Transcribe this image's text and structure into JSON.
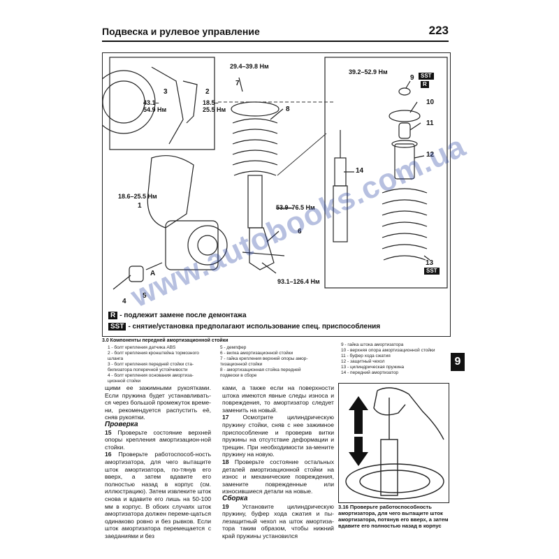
{
  "header": {
    "title": "Подвеска и рулевое управление",
    "page_number": "223"
  },
  "figure": {
    "torques": {
      "t1": "29.4–39.8 Нм",
      "t2": "43.1–54.9 Нм",
      "t3": "18.5–25.5 Нм",
      "t4": "18.6–25.5 Нм",
      "t5": "53.9–76.5 Нм",
      "t6": "93.1–126.4 Нм",
      "t7": "39.2–52.9 Нм"
    },
    "callouts": [
      "1",
      "2",
      "3",
      "4",
      "5",
      "6",
      "7",
      "8",
      "9",
      "10",
      "11",
      "12",
      "13",
      "14",
      "А"
    ],
    "tags": {
      "sst": "SST",
      "r": "R"
    },
    "legend": {
      "r_key": "R",
      "r_text": "- подлежит замене после демонтажа",
      "sst_key": "SST",
      "sst_text": "- снятие/установка предполагают использование спец. приспособления"
    }
  },
  "caption": {
    "title": "3.0 Компоненты передней амортизационной стойки",
    "col1": [
      "1 - болт крепления датчика ABS",
      "2 - болт крепления кронштейна тормозного",
      "шланга",
      "3 - болт крепления передней стойки ста-",
      "билизатора поперечной устойчивости",
      "4 - болт крепления основания амортиза-",
      "ционной стойки"
    ],
    "col2": [
      "5 - демпфер",
      "6 - вилка амортизационной стойки",
      "7 - гайка крепления верхней опоры амор-",
      "тизационной стойки",
      "8 - амортизационная стойка передней",
      "подвески в сборе"
    ],
    "col3": [
      "9 - гайка штока амортизатора",
      "10 - верхняя опора амортизационной стойки",
      "11 - буфер хода сжатия",
      "12 - защитный чехол",
      "13 - цилиндрическая пружина",
      "14 - передний амортизатор"
    ]
  },
  "section_tab": "9",
  "text": {
    "c1_intro": "щими ее зажимными рукоятками. Если пружина будет устанавливать-ся через большой промежуток време-ни, рекомендуется распустить её, сняв рукоятки.",
    "c1_h1": "Проверка",
    "c1_n15": "15",
    "c1_p15": "Проверьте состояние верхней опоры крепления амортизацион-ной стойки.",
    "c1_n16": "16",
    "c1_p16": "Проверьте работоспособ-ность амортизатора, для чего вытащите шток амортизатора, по-тянув его вверх, а затем вдавите его полностью назад в корпус (см. иллюстрацию). Затем извлеките шток снова и вдавите его лишь на 50-100 мм в корпус. В обоих случаях шток амортизатора должен переме-щаться одинаково ровно и без рывков. Если шток амортизатора перемещается с заеданиями и без",
    "c2_intro": "ками, а также если на поверхности штока имеются явные следы износа и повреждения, то амортизатор следует заменить на новый.",
    "c2_n17": "17",
    "c2_p17": "Осмотрите цилиндрическую пружину стойки, сняв с нее зажимное приспособление и проверив витки пружины на отсутствие деформации и трещин. При необходимости за-мените пружину на новую.",
    "c2_n18": "18",
    "c2_p18": "Проверьте состояние остальных деталей амортизационной стойки на износ и механические повреждения, замените поврежденные или износившиеся детали на новые.",
    "c2_h2": "Сборка",
    "c2_n19": "19",
    "c2_p19": "Установите цилиндрическую пружину, буфер хода сжатия и пы-лезащитный чехол на шток амортиза-тора таким образом, чтобы нижний край пружины установился"
  },
  "photo_caption": "3.16 Проверьте работоспособность амортизатора, для чего вытащите шток амортизатора, потянув его вверх, а затем вдавите его полностью назад в корпус",
  "watermark": "www.autobooks.com.ua"
}
